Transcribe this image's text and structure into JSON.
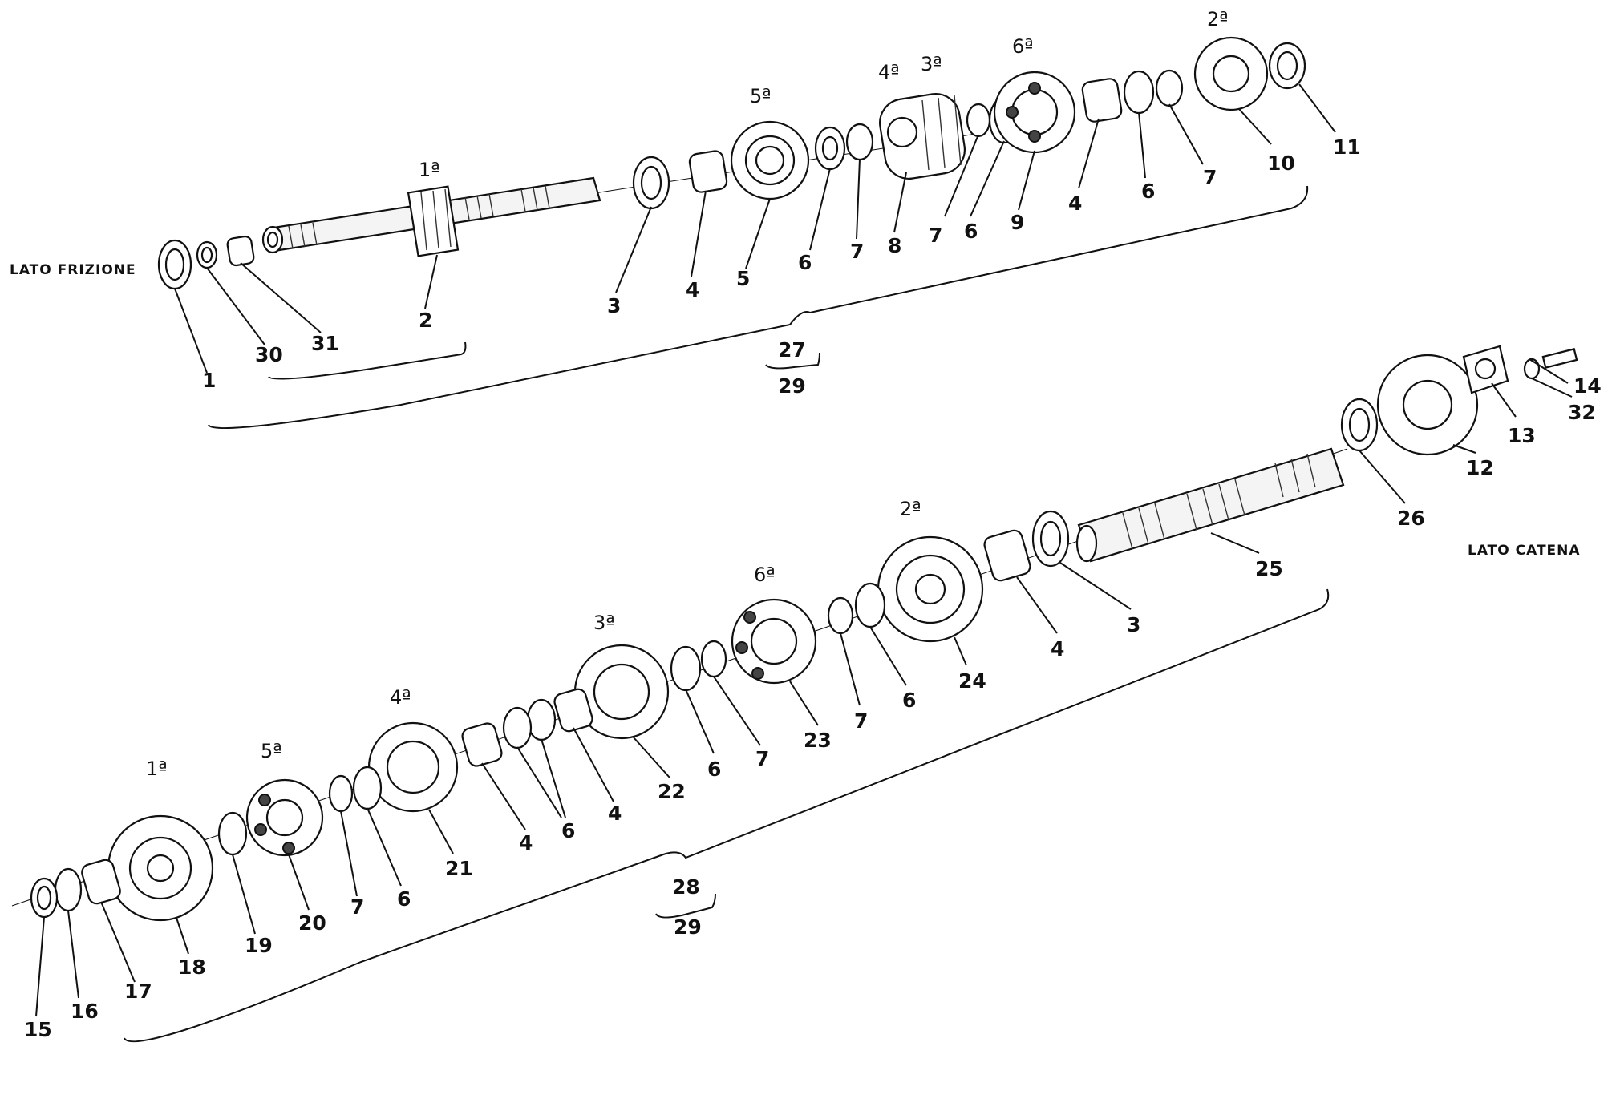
{
  "side_labels": {
    "clutch_side": "LATO FRIZIONE",
    "chain_side": "LATO CATENA"
  },
  "gear_labels": {
    "upper_1a": "1ª",
    "upper_5a": "5ª",
    "upper_4a": "4ª",
    "upper_3a": "3ª",
    "upper_6a": "6ª",
    "upper_2a": "2ª",
    "lower_2a": "2ª",
    "lower_6a": "6ª",
    "lower_3a": "3ª",
    "lower_4a": "4ª",
    "lower_5a": "5ª",
    "lower_1a": "1ª"
  },
  "upper_callouts": {
    "c1": "1",
    "c30": "30",
    "c31": "31",
    "c2": "2",
    "c3": "3",
    "c4a": "4",
    "c5": "5",
    "c6a": "6",
    "c7a": "7",
    "c8": "8",
    "c7b": "7",
    "c6b": "6",
    "c9": "9",
    "c4b": "4",
    "c6c": "6",
    "c7c": "7",
    "c10": "10",
    "c11": "11",
    "c27": "27",
    "c29": "29"
  },
  "chain_callouts": {
    "c14": "14",
    "c32": "32",
    "c13": "13",
    "c12": "12",
    "c26": "26",
    "c25": "25",
    "c3": "3",
    "c4": "4",
    "c24": "24"
  },
  "lower_callouts": {
    "c6a": "6",
    "c7a": "7",
    "c23": "23",
    "c6b": "6",
    "c7b": "7",
    "c22": "22",
    "c4a": "4",
    "c6c": "6",
    "c4b": "4",
    "c21": "21",
    "c6d": "6",
    "c7c": "7",
    "c20": "20",
    "c19": "19",
    "c18": "18",
    "c17": "17",
    "c16": "16",
    "c15": "15",
    "c28": "28",
    "c29": "29"
  }
}
